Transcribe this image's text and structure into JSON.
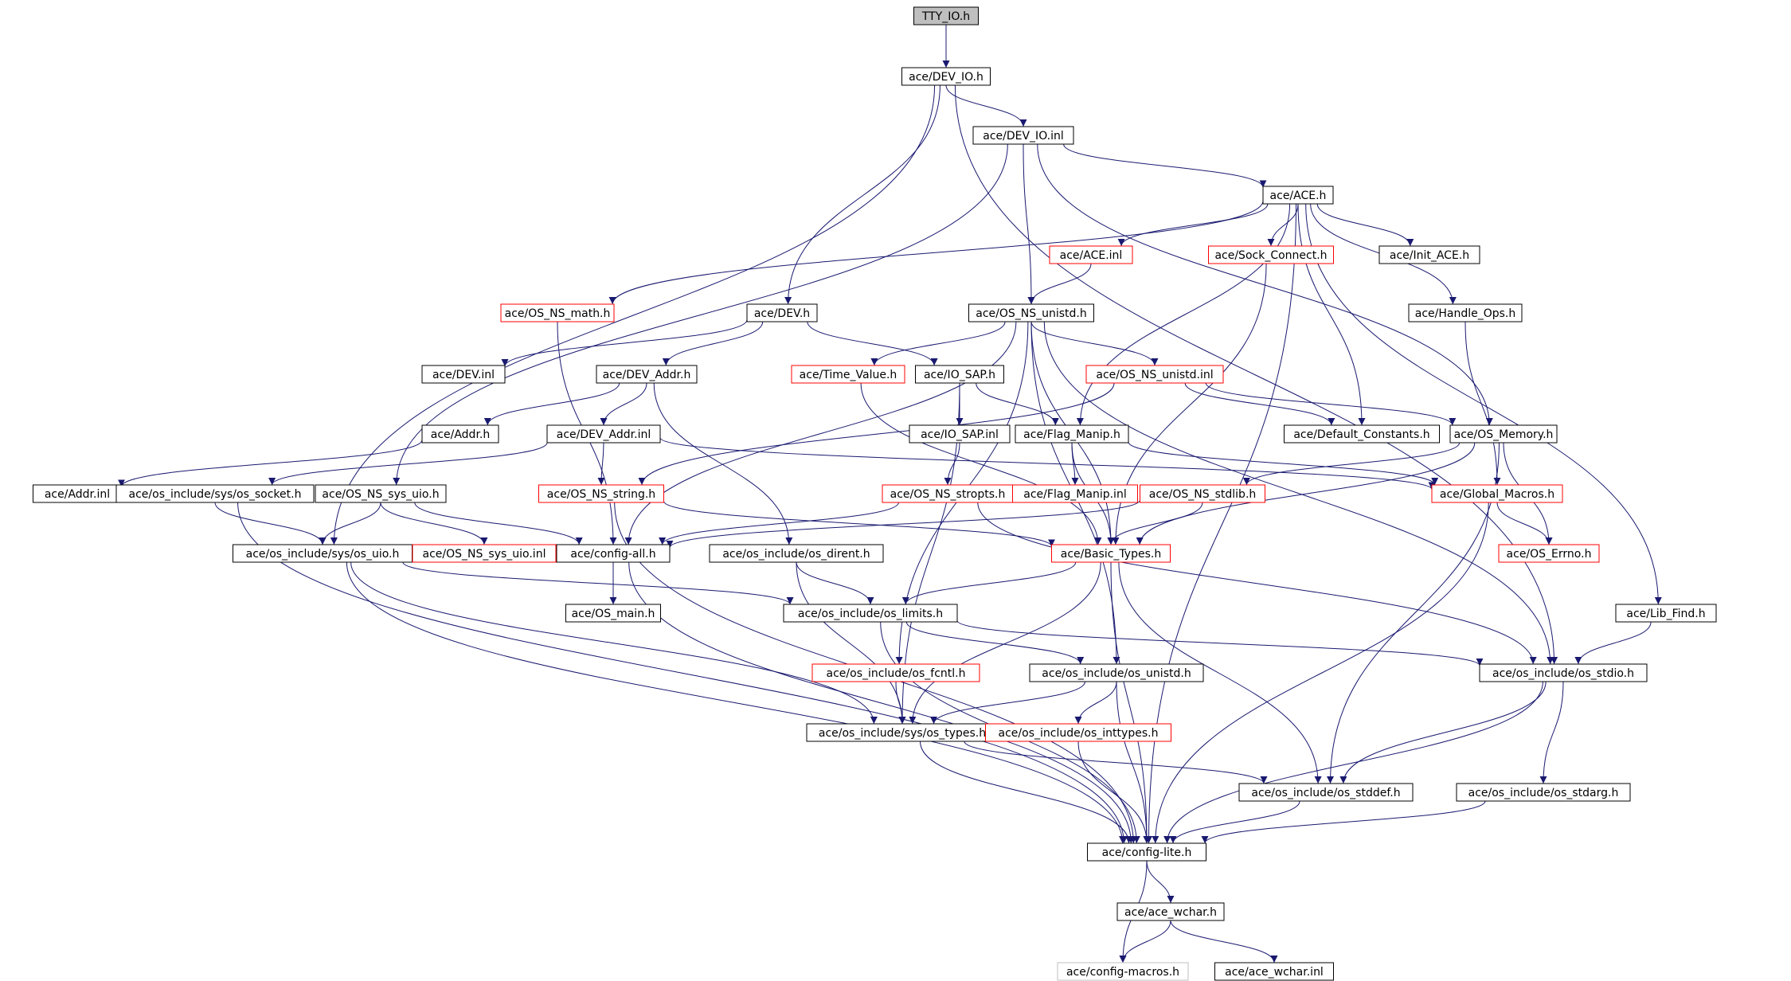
{
  "colors": {
    "edge": "#191970",
    "normal_border": "#000000",
    "missing_border": "#ff0000",
    "external_border": "#bfbfbf",
    "external_text": "#808080",
    "root_fill": "#bfbfbf",
    "node_fill": "#ffffff"
  },
  "nodes": [
    {
      "id": "tty_io_h",
      "label": "TTY_IO.h",
      "kind": "root"
    },
    {
      "id": "dev_io_h",
      "label": "ace/DEV_IO.h",
      "kind": "normal"
    },
    {
      "id": "dev_io_inl",
      "label": "ace/DEV_IO.inl",
      "kind": "normal"
    },
    {
      "id": "ace_h",
      "label": "ace/ACE.h",
      "kind": "normal"
    },
    {
      "id": "ace_inl",
      "label": "ace/ACE.inl",
      "kind": "missing"
    },
    {
      "id": "sock_connect_h",
      "label": "ace/Sock_Connect.h",
      "kind": "missing"
    },
    {
      "id": "init_ace_h",
      "label": "ace/Init_ACE.h",
      "kind": "normal"
    },
    {
      "id": "os_ns_math_h",
      "label": "ace/OS_NS_math.h",
      "kind": "missing"
    },
    {
      "id": "dev_h",
      "label": "ace/DEV.h",
      "kind": "normal"
    },
    {
      "id": "os_ns_unistd_h",
      "label": "ace/OS_NS_unistd.h",
      "kind": "normal"
    },
    {
      "id": "handle_ops_h",
      "label": "ace/Handle_Ops.h",
      "kind": "normal"
    },
    {
      "id": "dev_inl",
      "label": "ace/DEV.inl",
      "kind": "normal"
    },
    {
      "id": "dev_addr_h",
      "label": "ace/DEV_Addr.h",
      "kind": "normal"
    },
    {
      "id": "time_value_h",
      "label": "ace/Time_Value.h",
      "kind": "missing"
    },
    {
      "id": "io_sap_h",
      "label": "ace/IO_SAP.h",
      "kind": "normal"
    },
    {
      "id": "os_ns_unistd_inl",
      "label": "ace/OS_NS_unistd.inl",
      "kind": "missing"
    },
    {
      "id": "addr_h",
      "label": "ace/Addr.h",
      "kind": "normal"
    },
    {
      "id": "dev_addr_inl",
      "label": "ace/DEV_Addr.inl",
      "kind": "normal"
    },
    {
      "id": "io_sap_inl",
      "label": "ace/IO_SAP.inl",
      "kind": "normal"
    },
    {
      "id": "flag_manip_h",
      "label": "ace/Flag_Manip.h",
      "kind": "normal"
    },
    {
      "id": "default_constants_h",
      "label": "ace/Default_Constants.h",
      "kind": "normal"
    },
    {
      "id": "os_memory_h",
      "label": "ace/OS_Memory.h",
      "kind": "normal"
    },
    {
      "id": "addr_inl",
      "label": "ace/Addr.inl",
      "kind": "normal"
    },
    {
      "id": "os_socket_h",
      "label": "ace/os_include/sys/os_socket.h",
      "kind": "normal"
    },
    {
      "id": "os_ns_sys_uio_h",
      "label": "ace/OS_NS_sys_uio.h",
      "kind": "normal"
    },
    {
      "id": "os_ns_string_h",
      "label": "ace/OS_NS_string.h",
      "kind": "missing"
    },
    {
      "id": "os_ns_stropts_h",
      "label": "ace/OS_NS_stropts.h",
      "kind": "missing"
    },
    {
      "id": "flag_manip_inl",
      "label": "ace/Flag_Manip.inl",
      "kind": "missing"
    },
    {
      "id": "os_ns_stdlib_h",
      "label": "ace/OS_NS_stdlib.h",
      "kind": "missing"
    },
    {
      "id": "global_macros_h",
      "label": "ace/Global_Macros.h",
      "kind": "missing"
    },
    {
      "id": "os_uio_h",
      "label": "ace/os_include/sys/os_uio.h",
      "kind": "normal"
    },
    {
      "id": "os_ns_sys_uio_inl",
      "label": "ace/OS_NS_sys_uio.inl",
      "kind": "missing"
    },
    {
      "id": "config_all_h",
      "label": "ace/config-all.h",
      "kind": "normal"
    },
    {
      "id": "os_dirent_h",
      "label": "ace/os_include/os_dirent.h",
      "kind": "normal"
    },
    {
      "id": "basic_types_h",
      "label": "ace/Basic_Types.h",
      "kind": "missing"
    },
    {
      "id": "os_errno_h",
      "label": "ace/OS_Errno.h",
      "kind": "missing"
    },
    {
      "id": "os_main_h",
      "label": "ace/OS_main.h",
      "kind": "normal"
    },
    {
      "id": "os_limits_h",
      "label": "ace/os_include/os_limits.h",
      "kind": "normal"
    },
    {
      "id": "lib_find_h",
      "label": "ace/Lib_Find.h",
      "kind": "normal"
    },
    {
      "id": "os_fcntl_h",
      "label": "ace/os_include/os_fcntl.h",
      "kind": "missing"
    },
    {
      "id": "os_unistd_h",
      "label": "ace/os_include/os_unistd.h",
      "kind": "normal"
    },
    {
      "id": "os_stdio_h",
      "label": "ace/os_include/os_stdio.h",
      "kind": "normal"
    },
    {
      "id": "os_types_h",
      "label": "ace/os_include/sys/os_types.h",
      "kind": "normal"
    },
    {
      "id": "os_inttypes_h",
      "label": "ace/os_include/os_inttypes.h",
      "kind": "missing"
    },
    {
      "id": "os_stddef_h",
      "label": "ace/os_include/os_stddef.h",
      "kind": "normal"
    },
    {
      "id": "os_stdarg_h",
      "label": "ace/os_include/os_stdarg.h",
      "kind": "normal"
    },
    {
      "id": "config_lite_h",
      "label": "ace/config-lite.h",
      "kind": "normal"
    },
    {
      "id": "ace_wchar_h",
      "label": "ace/ace_wchar.h",
      "kind": "normal"
    },
    {
      "id": "config_macros_h",
      "label": "ace/config-macros.h",
      "kind": "external"
    },
    {
      "id": "ace_wchar_inl",
      "label": "ace/ace_wchar.inl",
      "kind": "normal"
    }
  ],
  "edges": [
    [
      "tty_io_h",
      "dev_io_h"
    ],
    [
      "dev_io_h",
      "dev_io_inl"
    ],
    [
      "dev_io_h",
      "dev_h"
    ],
    [
      "dev_io_h",
      "os_uio_h"
    ],
    [
      "dev_io_h",
      "os_stdio_h"
    ],
    [
      "dev_io_inl",
      "ace_h"
    ],
    [
      "dev_io_inl",
      "os_ns_unistd_h"
    ],
    [
      "dev_io_inl",
      "os_ns_sys_uio_h"
    ],
    [
      "dev_io_inl",
      "os_memory_h"
    ],
    [
      "ace_h",
      "ace_inl"
    ],
    [
      "ace_h",
      "sock_connect_h"
    ],
    [
      "ace_h",
      "init_ace_h"
    ],
    [
      "ace_h",
      "os_ns_math_h"
    ],
    [
      "ace_h",
      "handle_ops_h"
    ],
    [
      "ace_h",
      "flag_manip_h"
    ],
    [
      "ace_h",
      "default_constants_h"
    ],
    [
      "ace_h",
      "lib_find_h"
    ],
    [
      "ace_h",
      "config_lite_h"
    ],
    [
      "ace_inl",
      "os_ns_unistd_h"
    ],
    [
      "sock_connect_h",
      "basic_types_h"
    ],
    [
      "os_ns_math_h",
      "config_all_h"
    ],
    [
      "handle_ops_h",
      "global_macros_h"
    ],
    [
      "dev_h",
      "dev_inl"
    ],
    [
      "dev_h",
      "dev_addr_h"
    ],
    [
      "dev_h",
      "io_sap_h"
    ],
    [
      "os_ns_unistd_h",
      "time_value_h"
    ],
    [
      "os_ns_unistd_h",
      "os_ns_unistd_inl"
    ],
    [
      "os_ns_unistd_h",
      "config_all_h"
    ],
    [
      "os_ns_unistd_h",
      "basic_types_h"
    ],
    [
      "os_ns_unistd_h",
      "os_stdio_h"
    ],
    [
      "os_ns_unistd_h",
      "os_unistd_h"
    ],
    [
      "os_ns_unistd_h",
      "os_fcntl_h"
    ],
    [
      "dev_addr_h",
      "addr_h"
    ],
    [
      "dev_addr_h",
      "dev_addr_inl"
    ],
    [
      "dev_addr_h",
      "os_dirent_h"
    ],
    [
      "time_value_h",
      "basic_types_h"
    ],
    [
      "io_sap_h",
      "io_sap_inl"
    ],
    [
      "io_sap_h",
      "flag_manip_h"
    ],
    [
      "io_sap_h",
      "os_types_h"
    ],
    [
      "os_ns_unistd_inl",
      "default_constants_h"
    ],
    [
      "os_ns_unistd_inl",
      "os_memory_h"
    ],
    [
      "os_ns_unistd_inl",
      "os_ns_string_h"
    ],
    [
      "addr_h",
      "addr_inl"
    ],
    [
      "dev_addr_inl",
      "os_socket_h"
    ],
    [
      "dev_addr_inl",
      "os_ns_string_h"
    ],
    [
      "dev_addr_inl",
      "global_macros_h"
    ],
    [
      "io_sap_inl",
      "os_ns_stropts_h"
    ],
    [
      "flag_manip_h",
      "flag_manip_inl"
    ],
    [
      "flag_manip_h",
      "global_macros_h"
    ],
    [
      "flag_manip_h",
      "basic_types_h"
    ],
    [
      "os_memory_h",
      "os_ns_stdlib_h"
    ],
    [
      "os_memory_h",
      "basic_types_h"
    ],
    [
      "os_memory_h",
      "os_errno_h"
    ],
    [
      "os_memory_h",
      "os_stddef_h"
    ],
    [
      "os_socket_h",
      "os_uio_h"
    ],
    [
      "os_socket_h",
      "config_lite_h"
    ],
    [
      "os_ns_sys_uio_h",
      "os_uio_h"
    ],
    [
      "os_ns_sys_uio_h",
      "os_ns_sys_uio_inl"
    ],
    [
      "os_ns_sys_uio_h",
      "config_all_h"
    ],
    [
      "os_ns_string_h",
      "basic_types_h"
    ],
    [
      "os_ns_string_h",
      "config_lite_h"
    ],
    [
      "os_ns_stropts_h",
      "config_all_h"
    ],
    [
      "os_ns_stropts_h",
      "os_stdio_h"
    ],
    [
      "os_ns_stdlib_h",
      "basic_types_h"
    ],
    [
      "os_ns_stdlib_h",
      "config_all_h"
    ],
    [
      "global_macros_h",
      "os_errno_h"
    ],
    [
      "global_macros_h",
      "config_lite_h"
    ],
    [
      "os_uio_h",
      "os_limits_h"
    ],
    [
      "os_uio_h",
      "os_types_h"
    ],
    [
      "os_uio_h",
      "config_lite_h"
    ],
    [
      "config_all_h",
      "os_main_h"
    ],
    [
      "config_all_h",
      "config_lite_h"
    ],
    [
      "os_dirent_h",
      "os_limits_h"
    ],
    [
      "os_dirent_h",
      "os_types_h"
    ],
    [
      "basic_types_h",
      "os_limits_h"
    ],
    [
      "basic_types_h",
      "os_types_h"
    ],
    [
      "basic_types_h",
      "os_stddef_h"
    ],
    [
      "basic_types_h",
      "config_lite_h"
    ],
    [
      "os_limits_h",
      "os_unistd_h"
    ],
    [
      "os_limits_h",
      "os_stdio_h"
    ],
    [
      "os_limits_h",
      "config_lite_h"
    ],
    [
      "lib_find_h",
      "os_stdio_h"
    ],
    [
      "os_fcntl_h",
      "os_types_h"
    ],
    [
      "os_unistd_h",
      "os_types_h"
    ],
    [
      "os_unistd_h",
      "os_inttypes_h"
    ],
    [
      "os_unistd_h",
      "config_lite_h"
    ],
    [
      "os_stdio_h",
      "os_stddef_h"
    ],
    [
      "os_stdio_h",
      "os_stdarg_h"
    ],
    [
      "os_stdio_h",
      "config_lite_h"
    ],
    [
      "os_types_h",
      "os_stddef_h"
    ],
    [
      "os_types_h",
      "config_lite_h"
    ],
    [
      "os_inttypes_h",
      "config_lite_h"
    ],
    [
      "os_stddef_h",
      "config_lite_h"
    ],
    [
      "os_stdarg_h",
      "config_lite_h"
    ],
    [
      "config_lite_h",
      "ace_wchar_h"
    ],
    [
      "config_lite_h",
      "config_macros_h"
    ],
    [
      "ace_wchar_h",
      "config_macros_h"
    ],
    [
      "ace_wchar_h",
      "ace_wchar_inl"
    ]
  ]
}
